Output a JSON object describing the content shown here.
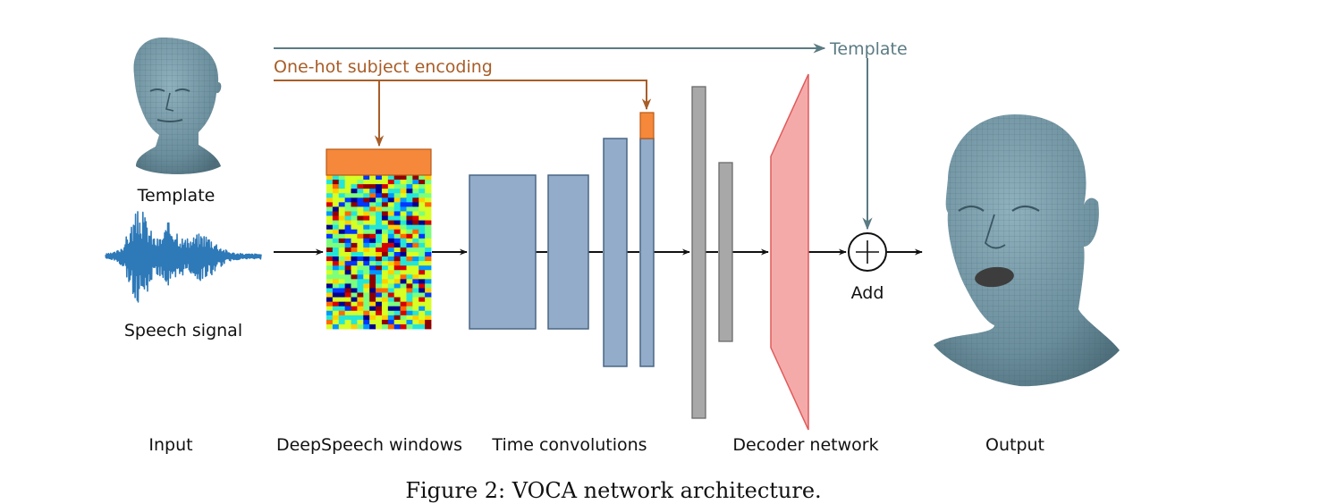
{
  "figure": {
    "caption": "Figure 2: VOCA network architecture.",
    "labels": {
      "template_input": "Template",
      "template_skip": "Template",
      "one_hot": "One-hot subject encoding",
      "speech": "Speech signal",
      "add": "Add"
    },
    "stages": [
      "Input",
      "DeepSpeech windows",
      "Time convolutions",
      "Decoder network",
      "Output"
    ],
    "colors": {
      "skeleton": "#5b7b84",
      "encoding": "#a85d28",
      "onehot_block": "#f5883a",
      "conv_block": "#93acc9",
      "conv_stroke": "#4a6685",
      "fc_block": "#a8a8a8",
      "decoder": "#f5aaaa",
      "decoder_stroke": "#e05a5a",
      "head": "#6b8e9c",
      "waveform": "#2e79b8"
    },
    "icons": {
      "template_head": "head-mesh-icon",
      "output_head": "open-mouth-head-mesh-icon",
      "waveform": "waveform-icon",
      "add": "plus-circle-icon"
    }
  }
}
